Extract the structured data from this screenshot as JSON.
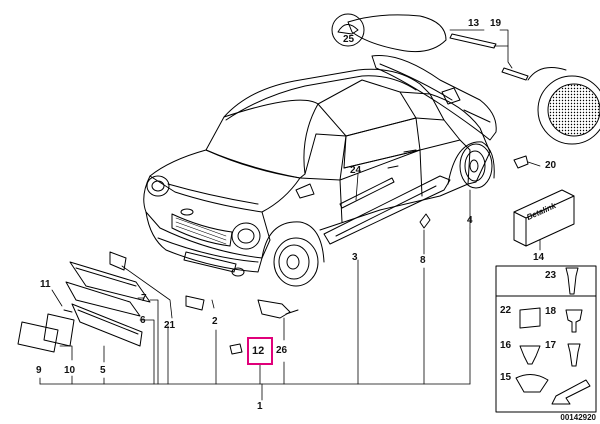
{
  "diagram": {
    "drawing_number": "00142920",
    "highlight_color": "#e0007a",
    "callouts": {
      "c1": "1",
      "c3": "3",
      "c4": "4",
      "c5": "5",
      "c6": "6",
      "c7": "7",
      "c8": "8",
      "c9": "9",
      "c10": "10",
      "c11": "11",
      "c12": "12",
      "c13": "13",
      "c14": "14",
      "c15": "15",
      "c16": "16",
      "c17": "17",
      "c18": "18",
      "c19": "19",
      "c20": "20",
      "c21": "21",
      "c2": "2",
      "c22": "22",
      "c23": "23",
      "c24": "24",
      "c25": "25",
      "c26": "26"
    },
    "badge_text": "Betalink"
  }
}
